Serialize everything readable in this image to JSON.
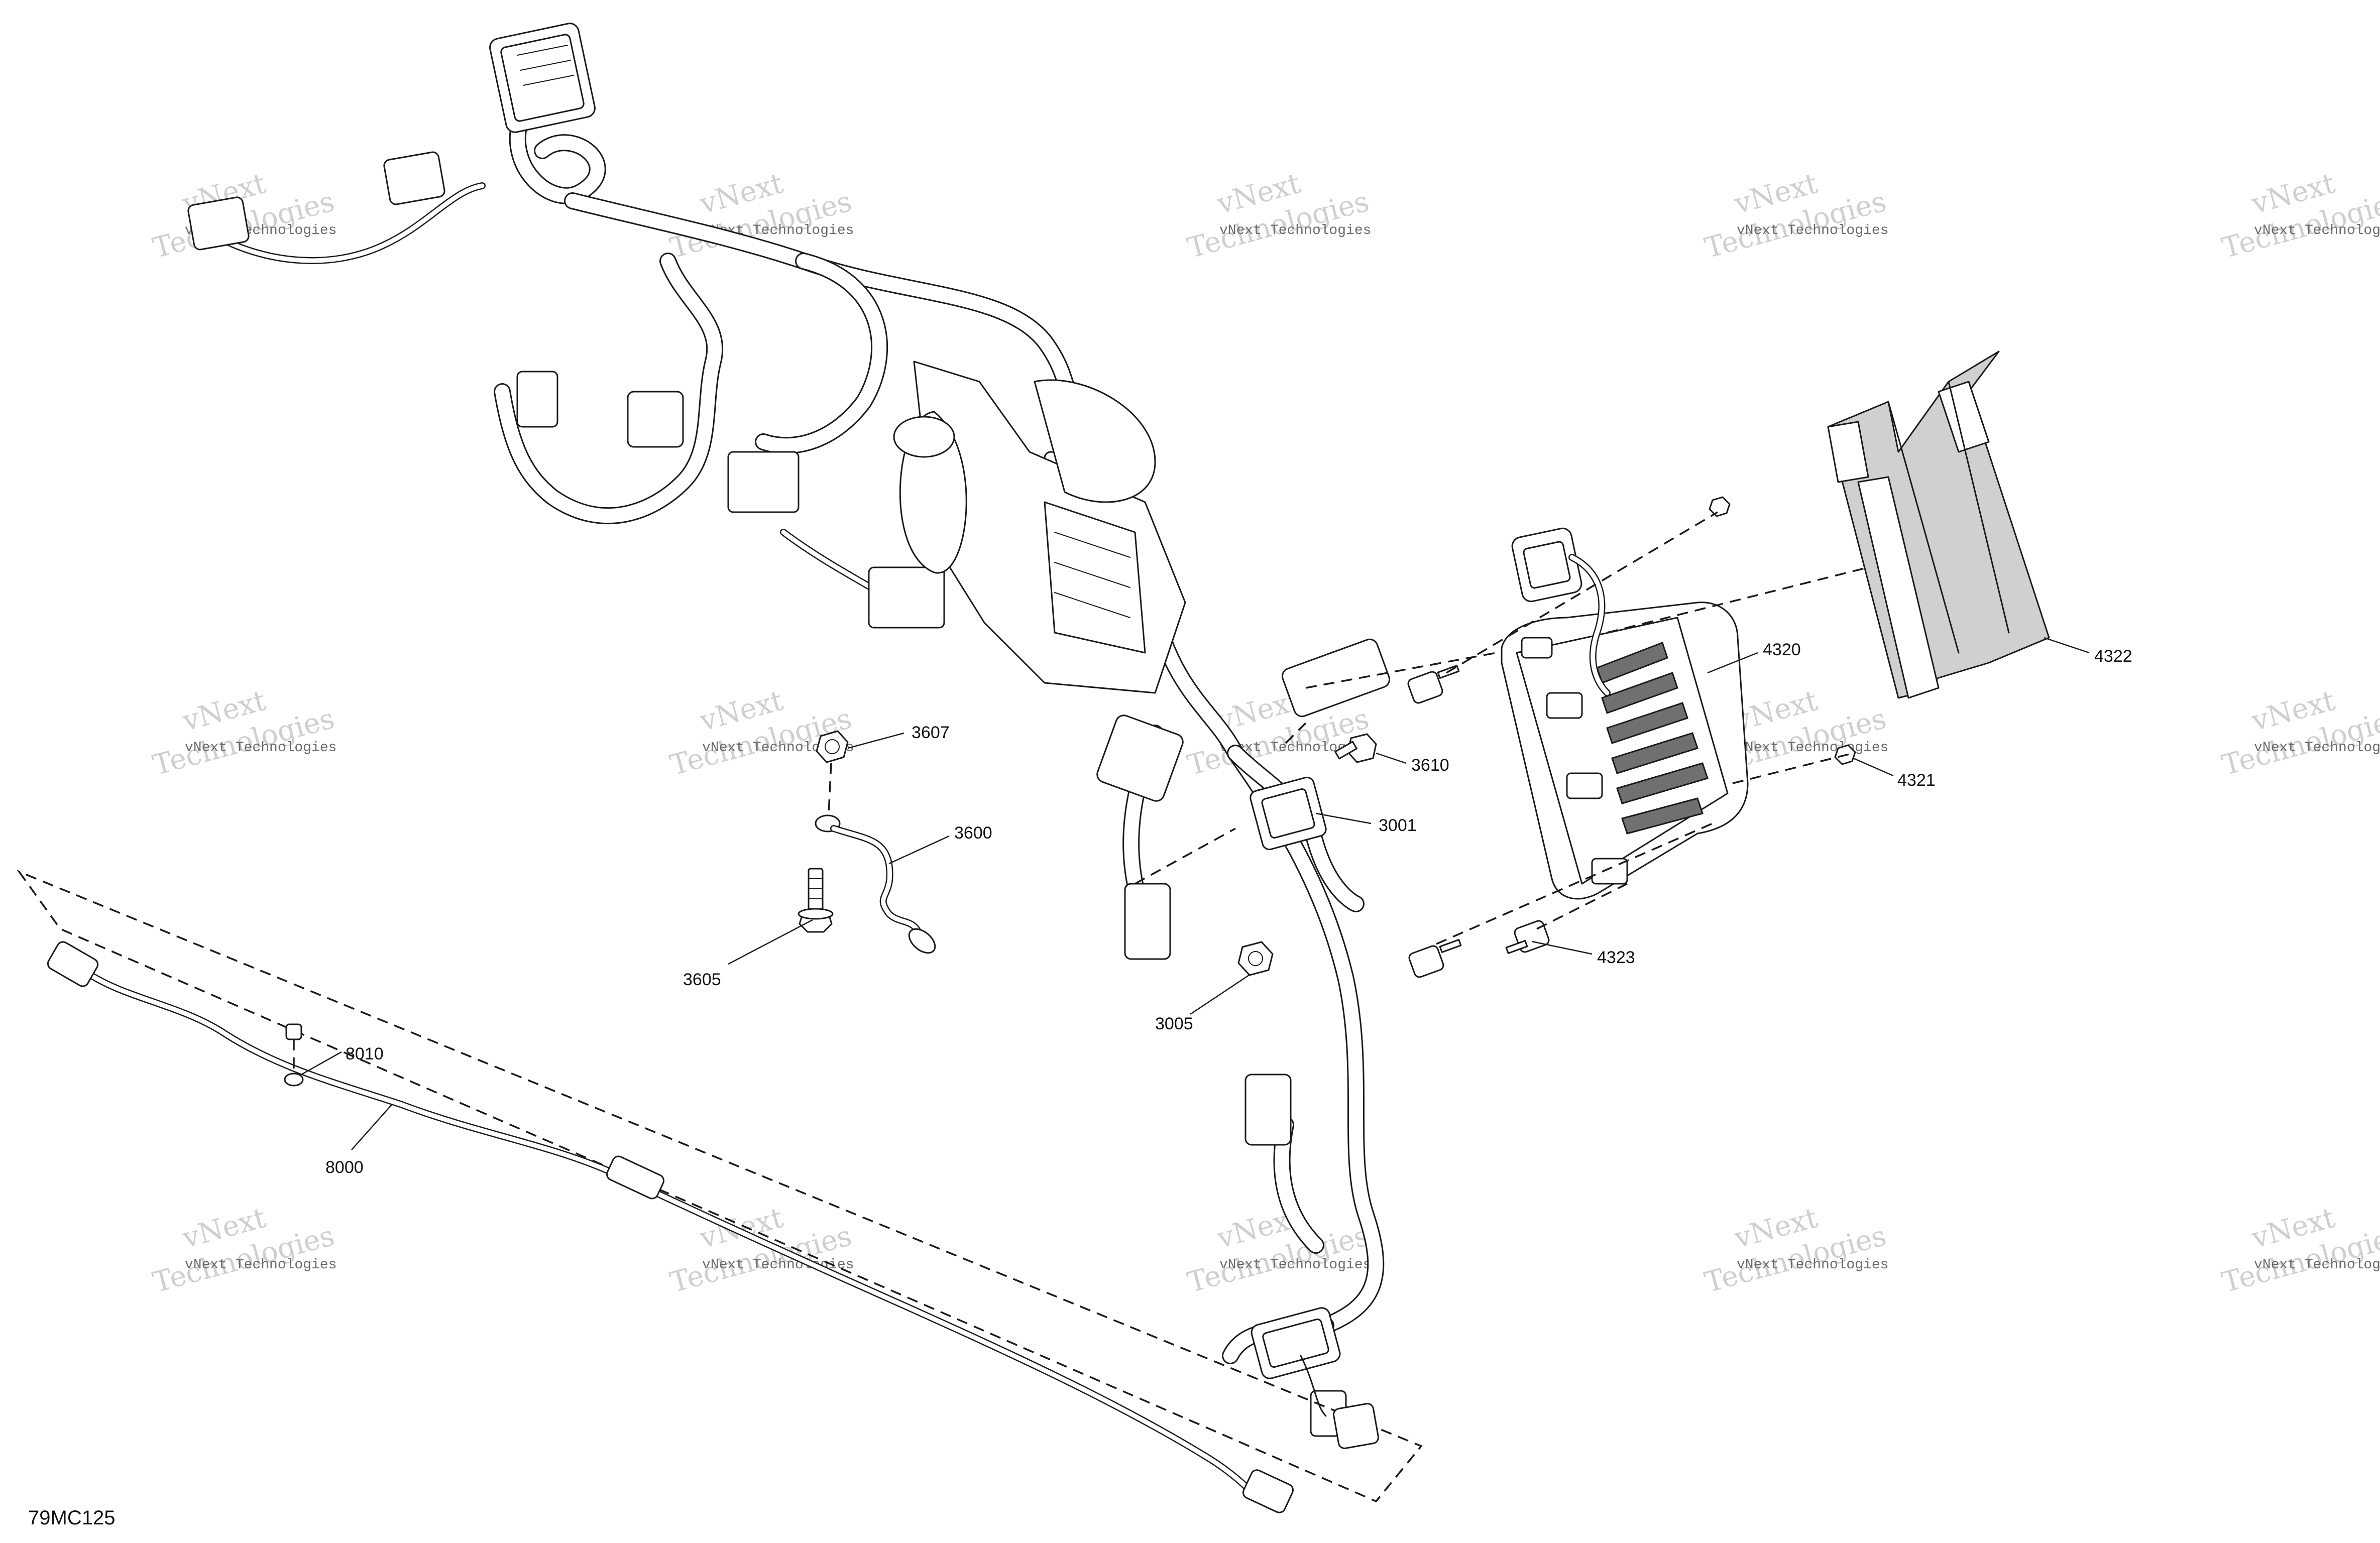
{
  "figure_id": "79MC125",
  "callouts": {
    "c3607": "3607",
    "c3600": "3600",
    "c3605": "3605",
    "c3610": "3610",
    "c3001": "3001",
    "c3005": "3005",
    "c4320": "4320",
    "c4321": "4321",
    "c4322": "4322",
    "c4323": "4323",
    "c8010": "8010",
    "c8000": "8000"
  },
  "watermark": {
    "line1": "vNext Technologies",
    "line2": "vNext",
    "line3": "Technologies"
  },
  "colors": {
    "line": "#1a1a1a",
    "shield_fill": "#d0d0d0",
    "watermark": "#cfcfcf"
  }
}
